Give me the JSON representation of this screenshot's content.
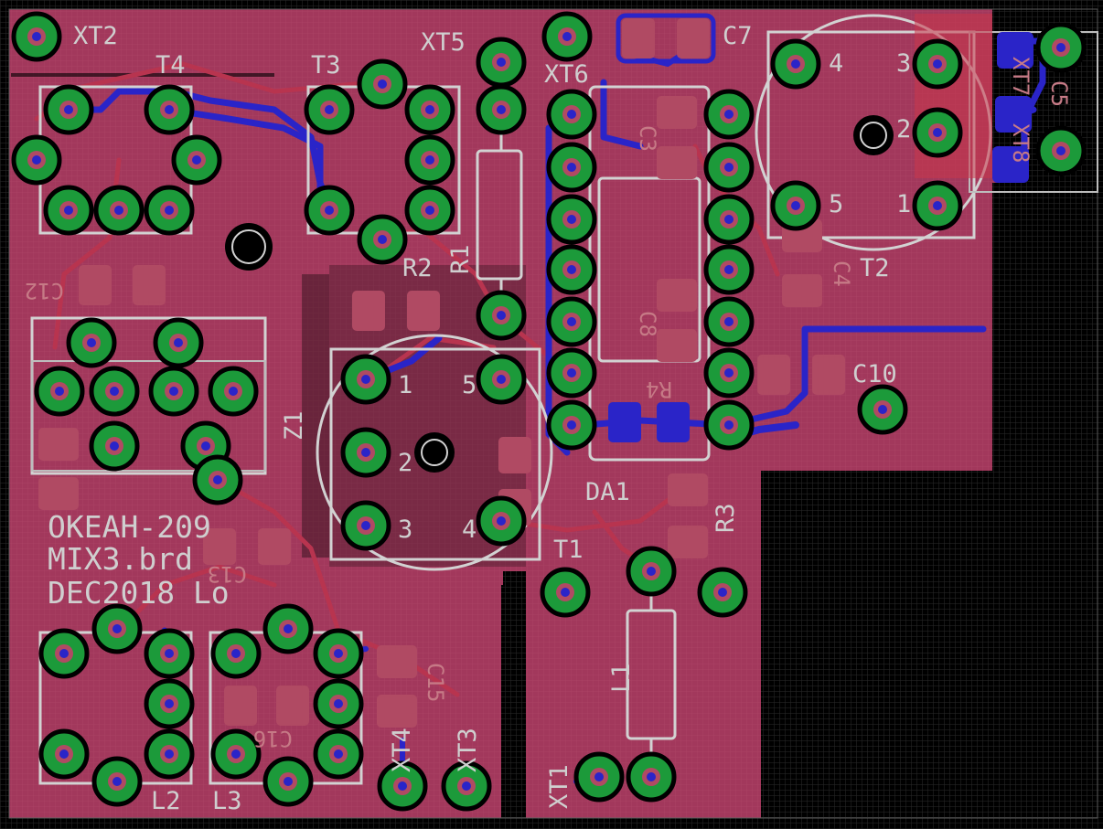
{
  "colors": {
    "background": "#000000",
    "copper_fill": "#a2385c",
    "pad_ring": "#1c9a3a",
    "top_trace": "#2a24c8",
    "silkscreen": "#d2d2d2",
    "smd_pad": "#b04a63"
  },
  "board_text": {
    "line1": "OKEAH-209",
    "line2": "MIX3.brd",
    "line3": "DEC2018 Lo"
  },
  "labels": {
    "xt2": "XT2",
    "t4": "T4",
    "t3": "T3",
    "xt5": "XT5",
    "xt6": "XT6",
    "c7": "C7",
    "t2": "T2",
    "xt7": "XT7",
    "xt8": "XT8",
    "c5": "C5",
    "c4": "C4",
    "c3": "C3",
    "c8": "C8",
    "c10": "C10",
    "c12": "C12",
    "r1": "R1",
    "r2": "R2",
    "r3": "R3",
    "r4": "R4",
    "z1": "Z1",
    "t1": "T1",
    "da1": "DA1",
    "l1": "L1",
    "l2": "L2",
    "l3": "L3",
    "xt1": "XT1",
    "xt3": "XT3",
    "xt4": "XT4",
    "c13": "C13",
    "c15": "C15",
    "c16": "C16"
  },
  "pin_numbers": {
    "t2": [
      "4",
      "3",
      "2",
      "5",
      "1"
    ],
    "t1": [
      "1",
      "5",
      "2",
      "3",
      "4"
    ]
  }
}
